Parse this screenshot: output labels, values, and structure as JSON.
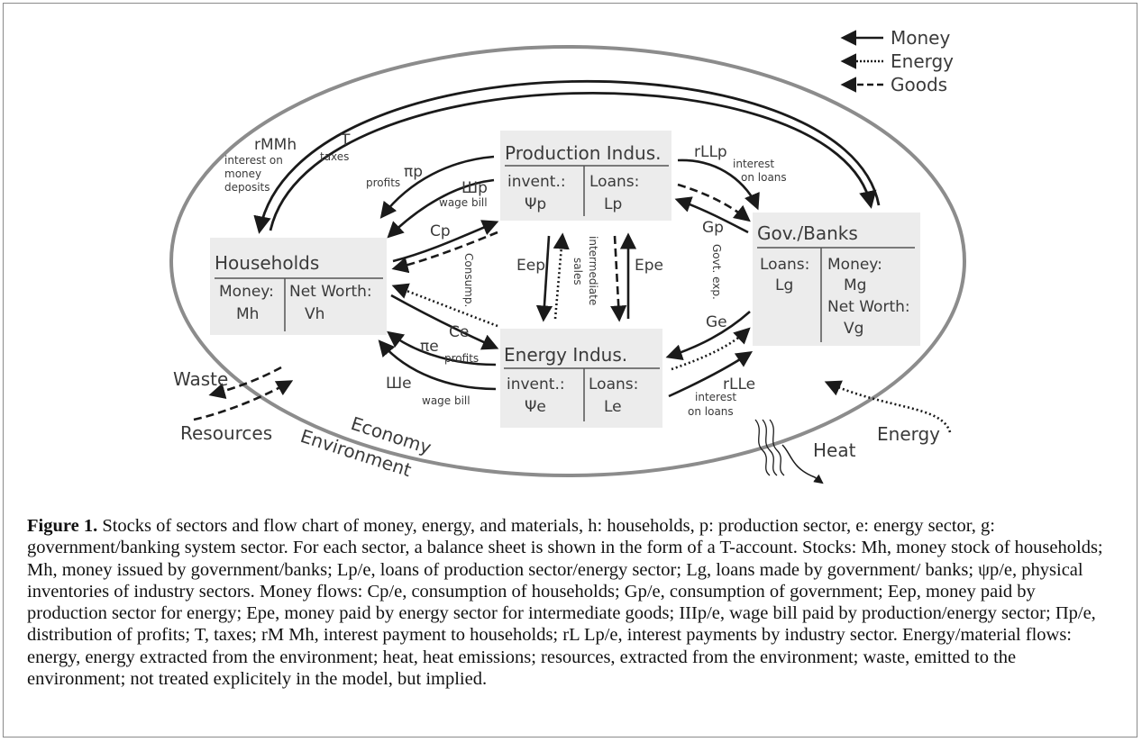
{
  "legend": {
    "money": "Money",
    "energy": "Energy",
    "goods": "Goods"
  },
  "sectors": {
    "production": {
      "title": "Production Indus.",
      "left_header": "invent.:",
      "left_value": "Ψp",
      "right_header": "Loans:",
      "right_value": "Lp"
    },
    "energy": {
      "title": "Energy Indus.",
      "left_header": "invent.:",
      "left_value": "Ψe",
      "right_header": "Loans:",
      "right_value": "Le"
    },
    "households": {
      "title": "Households",
      "left_header": "Money:",
      "left_value": "Mh",
      "right_header": "Net Worth:",
      "right_value": "Vh"
    },
    "gov": {
      "title": "Gov./Banks",
      "left_header": "Loans:",
      "left_value": "Lg",
      "right_header": "Money:",
      "right_value": "Mg",
      "right_header2": "Net Worth:",
      "right_value2": "Vg"
    }
  },
  "flows": {
    "rMMh": "rMMh",
    "interest_deposits_1": "interest on",
    "interest_deposits_2": "money",
    "interest_deposits_3": "deposits",
    "T": "T",
    "taxes": "taxes",
    "pi_p": "πp",
    "profits_p": "profits",
    "sha_p": "Шp",
    "wage_bill_p": "wage bill",
    "C_p": "Cp",
    "consump": "Consump.",
    "C_e": "Ce",
    "pi_e": "πe",
    "profits_e": "profits",
    "sha_e": "Шe",
    "wage_bill_e": "wage bill",
    "E_ep": "Eep",
    "E_pe": "Epe",
    "intermediate_1": "intermediate",
    "intermediate_2": "sales",
    "rLLp": "rLLp",
    "interest_loans_p_1": "interest",
    "interest_loans_p_2": "on loans",
    "G_p": "Gp",
    "govt_exp": "Govt. exp.",
    "G_e": "Ge",
    "rLLe": "rLLe",
    "interest_loans_e_1": "interest",
    "interest_loans_e_2": "on loans"
  },
  "environment": {
    "waste": "Waste",
    "resources": "Resources",
    "economy": "Economy",
    "environment": "Environment",
    "heat": "Heat",
    "energy": "Energy"
  },
  "caption": {
    "label": "Figure 1.",
    "text": " Stocks of sectors and flow chart of money, energy, and materials, h: households, p: production sector, e: energy sector, g: government/banking system sector. For each sector, a balance sheet is shown in the form of a T-account. Stocks: Mh, money stock of households; Mh, money issued by government/banks; Lp/e, loans of production sector/energy sector; Lg, loans made by government/ banks; ψp/e, physical inventories of industry sectors. Money flows: Cp/e, consumption of households; Gp/e, consumption of government; Eep, money paid by production sector for energy; Epe, money paid by energy sector for intermediate goods; IIIp/e, wage bill paid by production/energy sector; Πp/e, distribution of profits; T, taxes; rM Mh, interest payment to households; rL Lp/e, interest payments by industry sector. Energy/material flows: energy, energy extracted from the environment; heat, heat emissions; resources, extracted from the environment; waste, emitted to the environment; not treated explicitely in the model, but implied."
  },
  "colors": {
    "ink": "#1a1a1a",
    "box": "#ececec",
    "ellipse": "#8c8c8c"
  }
}
